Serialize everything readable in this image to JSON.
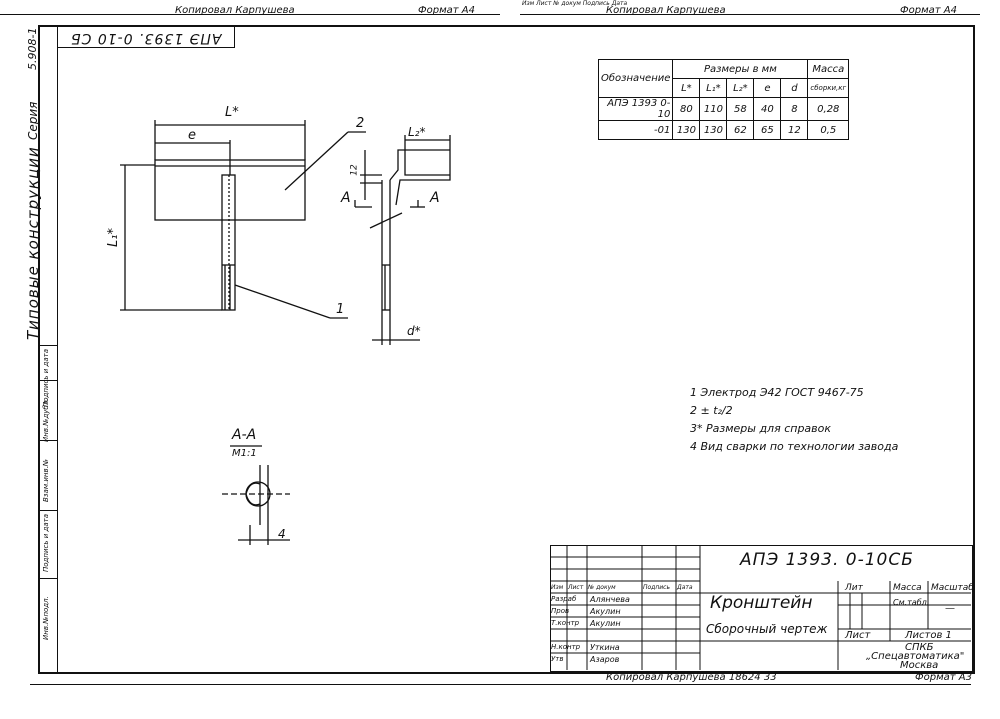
{
  "top_strip": {
    "left_label": "Копировал   Карпушева",
    "left_format": "Формат  А4",
    "right_label": "Копировал   Карпушева",
    "right_format": "Формат  А4",
    "right_small": "Изм  Лист  № докум  Подпись  Дата"
  },
  "side_stamp": {
    "code": "АПЭ 1393. 0-10 СБ",
    "series_no": "5.908-1",
    "series_word": "Серия",
    "series_title": "Типовые   конструкции",
    "columns": [
      "Инв.№подл.",
      "Подпись и дата",
      "Взам.инв.№",
      "Инв.№дубл.",
      "Подпись и дата"
    ]
  },
  "spec_table": {
    "header_group": "Размеры  в  мм",
    "header_mass": "Масса",
    "header_mass_sub": "сборки,кг",
    "header_desig": "Обозначение",
    "columns": [
      "L*",
      "L₁*",
      "L₂*",
      "e",
      "d"
    ],
    "rows": [
      {
        "desig": "АПЭ 1393 0-10",
        "values": [
          "80",
          "110",
          "58",
          "40",
          "8"
        ],
        "mass": "0,28"
      },
      {
        "desig": "-01",
        "values": [
          "130",
          "130",
          "62",
          "65",
          "12"
        ],
        "mass": "0,5"
      }
    ]
  },
  "drawing_labels": {
    "L": "L*",
    "e": "e",
    "L1": "L₁*",
    "L2": "L₂*",
    "pos1": "1",
    "pos2": "2",
    "A_left": "A",
    "A_right": "A",
    "d": "d*",
    "section_title": "А-А",
    "section_scale": "М1:1",
    "weld_size": "4",
    "dim_small": "12"
  },
  "notes": [
    "1 Электрод Э42 ГОСТ 9467-75",
    "2 ± t₂/2",
    "3* Размеры для справок",
    "4  Вид сварки по технологии завода"
  ],
  "title_block": {
    "code": "АПЭ 1393. 0-10СБ",
    "name": "Кронштейн",
    "doc_type": "Сборочный чертеж",
    "lit": "Лит",
    "mass": "Масса",
    "scale": "Масштаб",
    "mass_val": "См.табл.",
    "scale_val": "—",
    "sheet": "Лист",
    "sheets": "Листов 1",
    "org1": "СПКБ",
    "org2": "„Спецавтоматика\"",
    "org3": "Москва",
    "hdr_cols": [
      "Изм",
      "Лист",
      "№ докум",
      "Подпись",
      "Дата"
    ],
    "people": [
      {
        "role": "Разраб",
        "name": "Алянчева"
      },
      {
        "role": "Пров",
        "name": "Акулин"
      },
      {
        "role": "Т.контр",
        "name": "Акулин"
      },
      {
        "role": "",
        "name": ""
      },
      {
        "role": "Н.контр",
        "name": "Уткина"
      },
      {
        "role": "Утв",
        "name": "Азаров"
      }
    ]
  },
  "footer": {
    "copy": "Копировал   Карпушева   18624   33",
    "format": "Формат  А3"
  }
}
